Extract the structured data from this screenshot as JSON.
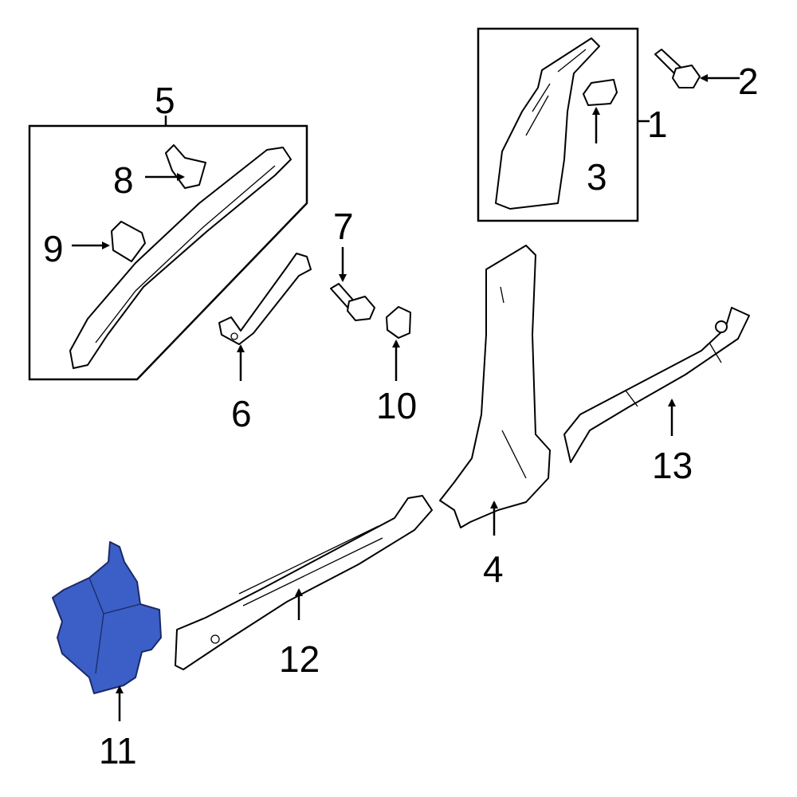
{
  "diagram": {
    "highlight_color": "#3b5fc6",
    "highlighted_part": "11",
    "callouts": [
      {
        "id": "c1",
        "label": "1"
      },
      {
        "id": "c2",
        "label": "2"
      },
      {
        "id": "c3",
        "label": "3"
      },
      {
        "id": "c4",
        "label": "4"
      },
      {
        "id": "c5",
        "label": "5"
      },
      {
        "id": "c6",
        "label": "6"
      },
      {
        "id": "c7",
        "label": "7"
      },
      {
        "id": "c8",
        "label": "8"
      },
      {
        "id": "c9",
        "label": "9"
      },
      {
        "id": "c10",
        "label": "10"
      },
      {
        "id": "c11",
        "label": "11"
      },
      {
        "id": "c12",
        "label": "12"
      },
      {
        "id": "c13",
        "label": "13"
      }
    ]
  }
}
